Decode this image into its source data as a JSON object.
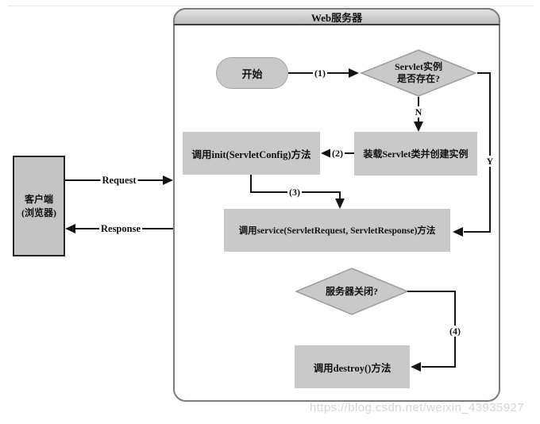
{
  "colors": {
    "node_fill": "#c9c9c9",
    "client_fill": "#c4c4c4",
    "titlebar_gradient_top": "#e3e3e3",
    "titlebar_gradient_bottom": "#bdbdbd",
    "frame_border": "#7d7d7d",
    "line": "#141414",
    "watermark": "#d6d6d6"
  },
  "server": {
    "title": "Web服务器"
  },
  "client": {
    "line1": "客户端",
    "line2": "(浏览器)"
  },
  "connections": {
    "request_label": "Request",
    "response_label": "Response"
  },
  "flow": {
    "start": "开始",
    "step1": "(1)",
    "decision_exists_line1": "Servlet实例",
    "decision_exists_line2": "是否存在?",
    "no_label": "N",
    "yes_label": "Y",
    "load_box": "装载Servlet类并创建实例",
    "step2": "(2)",
    "init_box": "调用init(ServletConfig)方法",
    "step3": "(3)",
    "service_box": "调用service(ServletRequest, ServletResponse)方法",
    "decision_shutdown": "服务器关闭?",
    "step4": "(4)",
    "destroy_box": "调用destroy()方法"
  },
  "watermark": "https://blog.csdn.net/weixin_43935927"
}
